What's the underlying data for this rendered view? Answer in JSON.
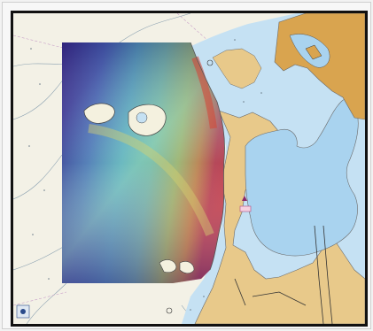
{
  "map": {
    "layers": [
      {
        "name": "land",
        "color": "#e8c98a"
      },
      {
        "name": "shallow-water",
        "color": "#b9daf0"
      },
      {
        "name": "deep-water",
        "color": "#f2f1e8"
      },
      {
        "name": "urban-area",
        "color": "#d9a44f"
      },
      {
        "name": "bathymetry-survey",
        "color_low": "#3a2a8a",
        "color_high": "#e0463a"
      }
    ],
    "badge_label": "",
    "icons": [
      "buoy-icon",
      "wreck-icon",
      "light-icon"
    ]
  }
}
